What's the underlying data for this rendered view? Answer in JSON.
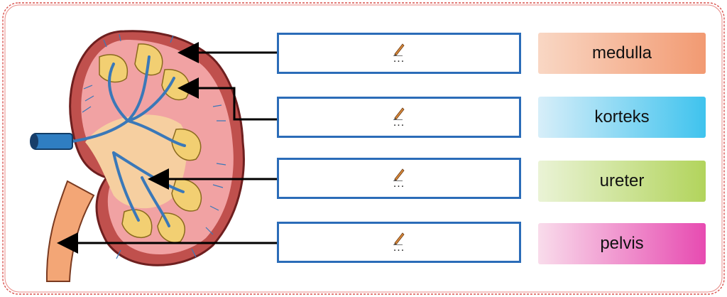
{
  "answer_boxes": [
    {
      "placeholder": "..."
    },
    {
      "placeholder": "..."
    },
    {
      "placeholder": "..."
    },
    {
      "placeholder": "..."
    }
  ],
  "options": [
    "medulla",
    "korteks",
    "ureter",
    "pelvis"
  ],
  "icons": {
    "answer": "pencil-icon"
  },
  "colors": {
    "frame_border": "#d9534f",
    "box_border": "#2b6cb8",
    "medulla": "#f29a72",
    "korteks": "#3fc3ee",
    "ureter": "#b2d45c",
    "pelvis": "#e74bb1"
  }
}
